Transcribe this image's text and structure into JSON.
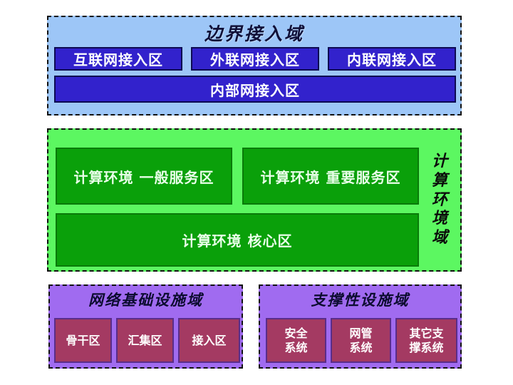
{
  "diagram": {
    "title_note": "",
    "domains": [
      {
        "id": "boundary",
        "title": "边界接入域",
        "bg_color": "#9dc6f7",
        "zone_color": "#3222cc",
        "zones": [
          "互联网接入区",
          "外联网接入区",
          "内联网接入区"
        ],
        "wide_zone": "内部网接入区"
      },
      {
        "id": "compute",
        "title": "计算环境域",
        "title_chars": [
          "计",
          "算",
          "环",
          "境",
          "域"
        ],
        "bg_color": "#5cf761",
        "zone_color": "#0aa00a",
        "zones": [
          "计算环境 一般服务区",
          "计算环境 重要服务区"
        ],
        "wide_zone": "计算环境 核心区"
      },
      {
        "id": "network-infra",
        "title": "网络基础设施域",
        "bg_color": "#a06bf0",
        "zone_color": "#a43a62",
        "zones": [
          {
            "line1": "骨干区",
            "line2": ""
          },
          {
            "line1": "汇集区",
            "line2": ""
          },
          {
            "line1": "接入区",
            "line2": ""
          }
        ]
      },
      {
        "id": "supporting-infra",
        "title": "支撑性设施域",
        "bg_color": "#a06bf0",
        "zone_color": "#a43a62",
        "zones": [
          {
            "line1": "安全",
            "line2": "系统"
          },
          {
            "line1": "网管",
            "line2": "系统"
          },
          {
            "line1": "其它支",
            "line2": "撑系统"
          }
        ]
      }
    ]
  }
}
